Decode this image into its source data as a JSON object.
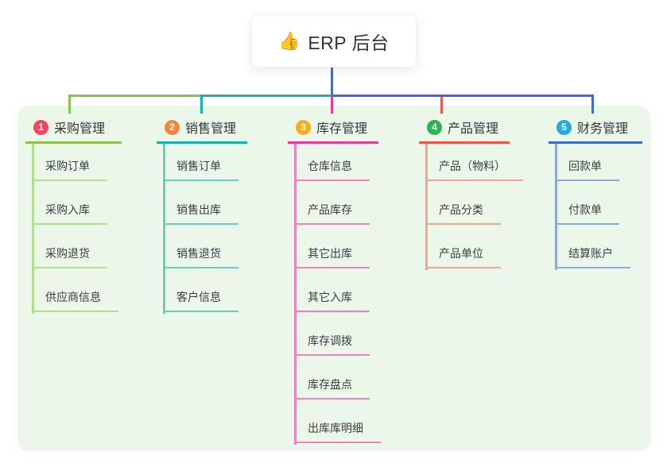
{
  "root_topic": {
    "icon_char": "👍",
    "icon_name": "thumbs-up-icon",
    "label": "ERP 后台"
  },
  "branches": [
    {
      "number": "1",
      "label": "采购管理",
      "children": [
        "采购订单",
        "采购入库",
        "采购退货",
        "供应商信息"
      ],
      "colors": {
        "badge": "#f0485f",
        "line": "#8cc152",
        "child_line": "#b5db92"
      }
    },
    {
      "number": "2",
      "label": "销售管理",
      "children": [
        "销售订单",
        "销售出库",
        "销售退货",
        "客户信息"
      ],
      "colors": {
        "badge": "#f6863f",
        "line": "#17b3a6",
        "child_line": "#6accc3"
      }
    },
    {
      "number": "3",
      "label": "库存管理",
      "children": [
        "仓库信息",
        "产品库存",
        "其它出库",
        "其它入库",
        "库存调拨",
        "库存盘点",
        "出库库明细"
      ],
      "colors": {
        "badge": "#fbab1e",
        "line": "#e93a9a",
        "child_line": "#f282bd"
      }
    },
    {
      "number": "4",
      "label": "产品管理",
      "children": [
        "产品（物料）",
        "产品分类",
        "产品单位"
      ],
      "colors": {
        "badge": "#2cb356",
        "line": "#f1534e",
        "child_line": "#f6a09b"
      }
    },
    {
      "number": "5",
      "label": "财务管理",
      "children": [
        "回款单",
        "付款单",
        "结算账户"
      ],
      "colors": {
        "badge": "#27a7e4",
        "line": "#3e68d2",
        "child_line": "#90a7da"
      }
    }
  ],
  "colors": {
    "root_connector": "#4a68d4",
    "canvas_bg": "#ebf7e8",
    "page_bg": "#ffffff",
    "root_box_text": "#2e3340",
    "topic_text": "#35363a",
    "child_text": "#3c3d40"
  }
}
